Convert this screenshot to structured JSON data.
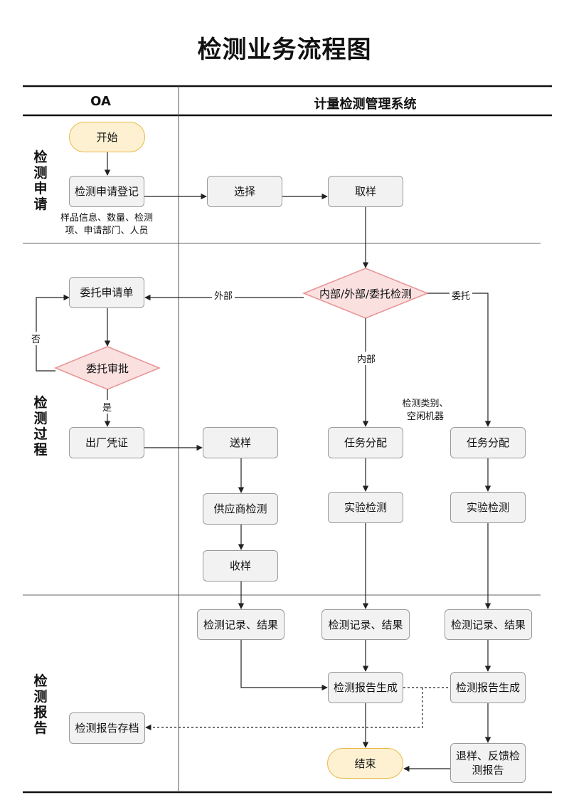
{
  "title": "检测业务流程图",
  "columns": {
    "oa": "OA",
    "system": "计量检测管理系统"
  },
  "lanes": {
    "apply": "检测申请",
    "process": "检测过程",
    "report": "检测报告"
  },
  "nodes": {
    "start": "开始",
    "register": "检测申请登记",
    "select": "选择",
    "sample": "取样",
    "decision_type": "内部/外部/委托检测",
    "entrust_form": "委托申请单",
    "entrust_review": "委托审批",
    "exit_cert": "出厂凭证",
    "send_sample": "送样",
    "supplier_test": "供应商检测",
    "receive_sample": "收样",
    "task_assign_internal": "任务分配",
    "lab_test_internal": "实验检测",
    "task_assign_entrust": "任务分配",
    "lab_test_entrust": "实验检测",
    "record_supplier": "检测记录、结果",
    "record_internal": "检测记录、结果",
    "record_entrust": "检测记录、结果",
    "report_gen_internal": "检测报告生成",
    "report_gen_entrust": "检测报告生成",
    "report_archive": "检测报告存档",
    "end": "结束",
    "return_feedback": "退样、反馈检测报告"
  },
  "notes": {
    "register_info": "样品信息、数量、检测项、申请部门、人员",
    "assign_info": "检测类别、空闲机器"
  },
  "edge_labels": {
    "external": "外部",
    "internal": "内部",
    "entrust": "委托",
    "no": "否",
    "yes": "是"
  },
  "colors": {
    "process_fill": "#f2f2f2",
    "process_border": "#9a9a9a",
    "terminal_fill": "#fdf1d2",
    "terminal_border": "#eab94a",
    "decision_fill": "#fbe0e0",
    "decision_border": "#e89292",
    "line": "#222222"
  }
}
